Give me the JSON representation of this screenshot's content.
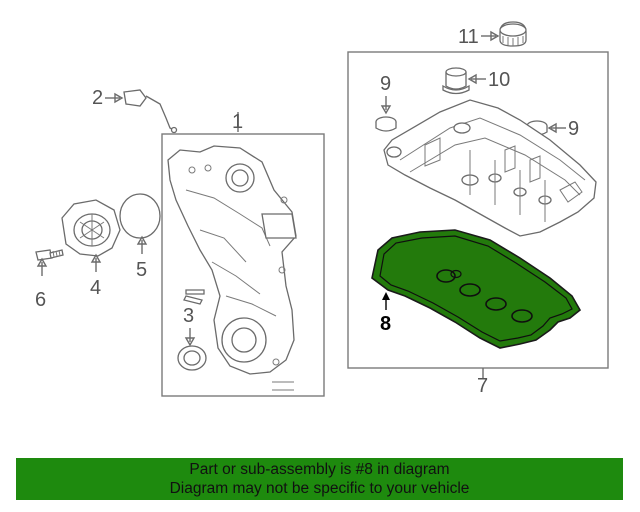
{
  "diagram": {
    "callouts": {
      "c1": "1",
      "c2": "2",
      "c3": "3",
      "c4": "4",
      "c5": "5",
      "c6": "6",
      "c7": "7",
      "c8": "8",
      "c9a": "9",
      "c9b": "9",
      "c10": "10",
      "c11": "11"
    },
    "highlight_color": "#237a0c"
  },
  "banner": {
    "line1": "Part or sub-assembly is #8 in diagram",
    "line2": "Diagram may not be specific to your vehicle",
    "background": "#1e8a0e"
  }
}
